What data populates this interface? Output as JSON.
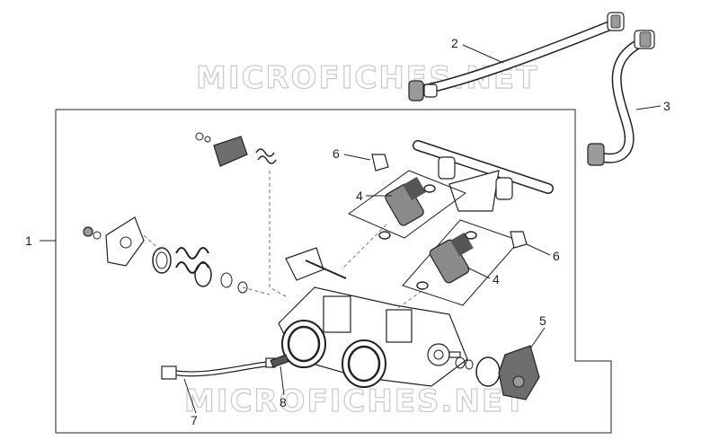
{
  "watermark": {
    "top": "MICROFICHES.NET",
    "bottom": "MICROFICHES.NET"
  },
  "callouts": {
    "c1": "1",
    "c2": "2",
    "c3": "3",
    "c4a": "4",
    "c4b": "4",
    "c5": "5",
    "c6a": "6",
    "c6b": "6",
    "c7": "7",
    "c8": "8"
  },
  "colors": {
    "stroke": "#222222",
    "part_fill": "#8a8a8a",
    "part_dark": "#555555",
    "watermark": "#c9c9c9"
  }
}
